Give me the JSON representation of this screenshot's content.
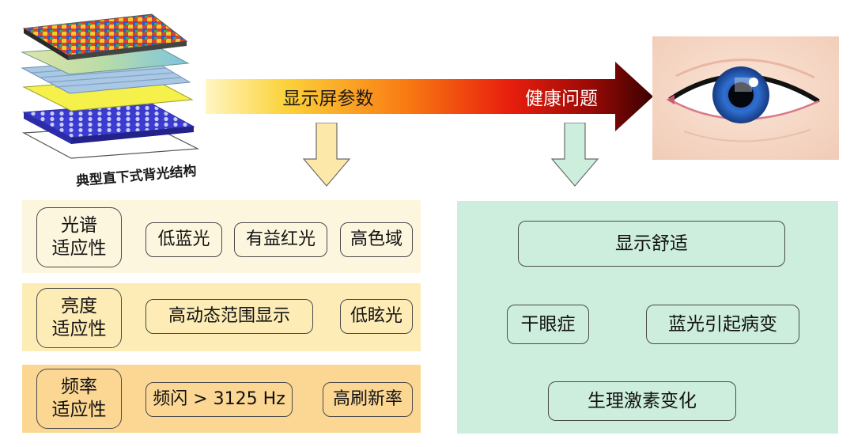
{
  "illustration": {
    "caption": "典型直下式背光结构"
  },
  "arrow": {
    "left_label": "显示屏参数",
    "right_label": "健康问题"
  },
  "left_panels": [
    {
      "title_line1": "光谱",
      "title_line2": "适应性",
      "items": [
        "低蓝光",
        "有益红光",
        "高色域"
      ],
      "color": "#fdf6de"
    },
    {
      "title_line1": "亮度",
      "title_line2": "适应性",
      "items": [
        "高动态范围显示",
        "低眩光"
      ],
      "color": "#fdecb6"
    },
    {
      "title_line1": "频率",
      "title_line2": "适应性",
      "items": [
        "频闪 > 3125 Hz",
        "高刷新率"
      ],
      "color": "#fcd794"
    }
  ],
  "right_panel": {
    "items": [
      "显示舒适",
      "干眼症",
      "蓝光引起病变",
      "生理激素变化"
    ],
    "color": "#cdeedd"
  },
  "colors": {
    "down_arrow_left": "#fce8a8",
    "down_arrow_right": "#cdeedd",
    "big_arrow_start": "#fff6c2",
    "big_arrow_end": "#3a0000"
  }
}
